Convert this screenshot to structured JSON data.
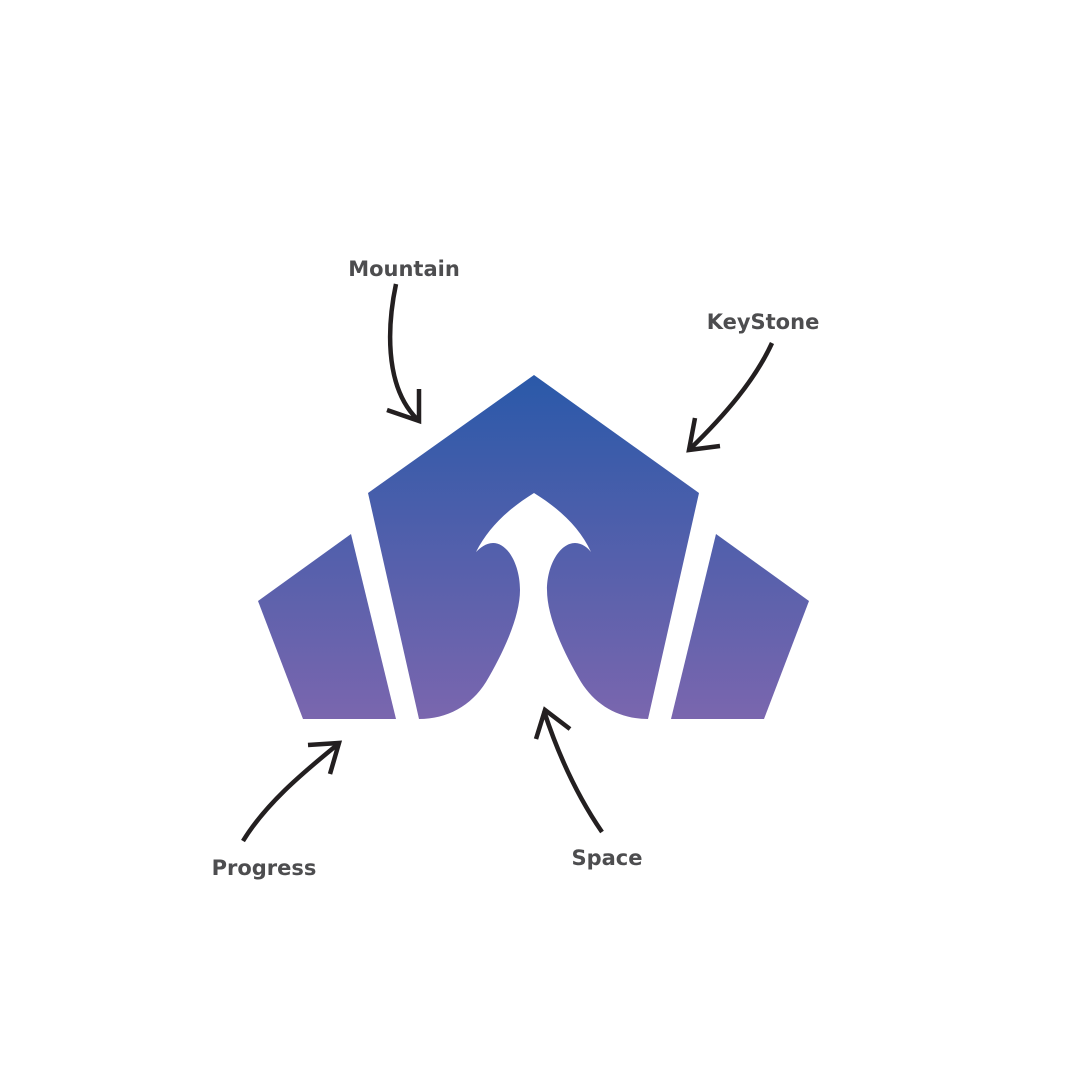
{
  "labels": {
    "mountain": "Mountain",
    "keystone": "KeyStone",
    "progress": "Progress",
    "space": "Space"
  },
  "colors": {
    "gradient_top": "#2a59a9",
    "gradient_bottom": "#7a66ae",
    "label_text": "#4d4d4f",
    "arrow": "#231f20",
    "background": "#ffffff"
  },
  "icons": {
    "logo": "pentagon-house-with-upward-arrow-logo"
  }
}
